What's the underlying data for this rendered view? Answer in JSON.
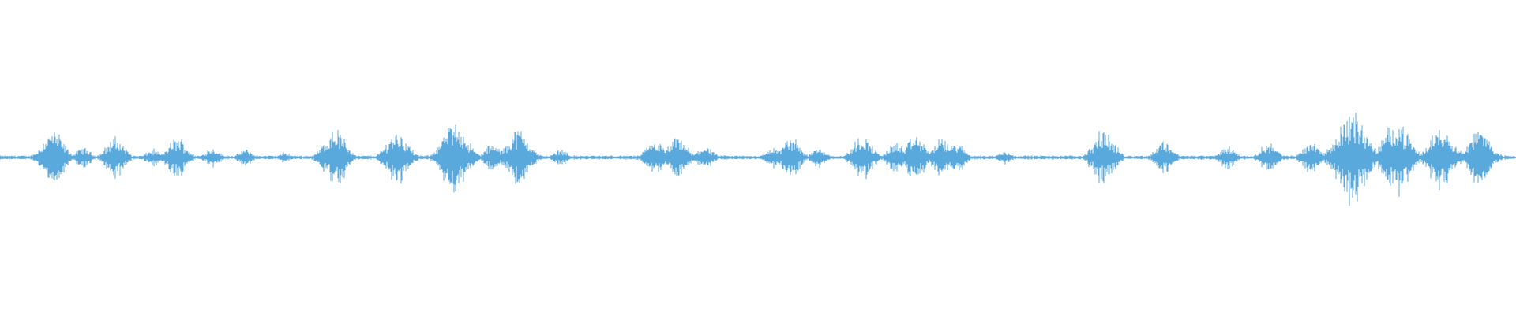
{
  "waveform": {
    "color": "#5aa9dd",
    "baseline_amplitude": 0.012,
    "bursts": [
      {
        "t": 0.035,
        "amp": 0.16
      },
      {
        "t": 0.055,
        "amp": 0.06
      },
      {
        "t": 0.076,
        "amp": 0.12
      },
      {
        "t": 0.101,
        "amp": 0.05
      },
      {
        "t": 0.117,
        "amp": 0.12
      },
      {
        "t": 0.14,
        "amp": 0.06
      },
      {
        "t": 0.162,
        "amp": 0.05
      },
      {
        "t": 0.188,
        "amp": 0.03
      },
      {
        "t": 0.221,
        "amp": 0.17
      },
      {
        "t": 0.262,
        "amp": 0.16
      },
      {
        "t": 0.3,
        "amp": 0.21
      },
      {
        "t": 0.325,
        "amp": 0.08
      },
      {
        "t": 0.342,
        "amp": 0.17
      },
      {
        "t": 0.37,
        "amp": 0.05
      },
      {
        "t": 0.432,
        "amp": 0.1
      },
      {
        "t": 0.447,
        "amp": 0.12
      },
      {
        "t": 0.465,
        "amp": 0.07
      },
      {
        "t": 0.51,
        "amp": 0.06
      },
      {
        "t": 0.522,
        "amp": 0.12
      },
      {
        "t": 0.54,
        "amp": 0.06
      },
      {
        "t": 0.569,
        "amp": 0.13
      },
      {
        "t": 0.591,
        "amp": 0.09
      },
      {
        "t": 0.604,
        "amp": 0.13
      },
      {
        "t": 0.621,
        "amp": 0.11
      },
      {
        "t": 0.631,
        "amp": 0.09
      },
      {
        "t": 0.663,
        "amp": 0.04
      },
      {
        "t": 0.728,
        "amp": 0.16
      },
      {
        "t": 0.768,
        "amp": 0.1
      },
      {
        "t": 0.81,
        "amp": 0.07
      },
      {
        "t": 0.837,
        "amp": 0.09
      },
      {
        "t": 0.865,
        "amp": 0.1
      },
      {
        "t": 0.892,
        "amp": 0.27
      },
      {
        "t": 0.91,
        "amp": 0.06
      },
      {
        "t": 0.921,
        "amp": 0.22
      },
      {
        "t": 0.951,
        "amp": 0.19
      },
      {
        "t": 0.976,
        "amp": 0.17
      }
    ]
  }
}
